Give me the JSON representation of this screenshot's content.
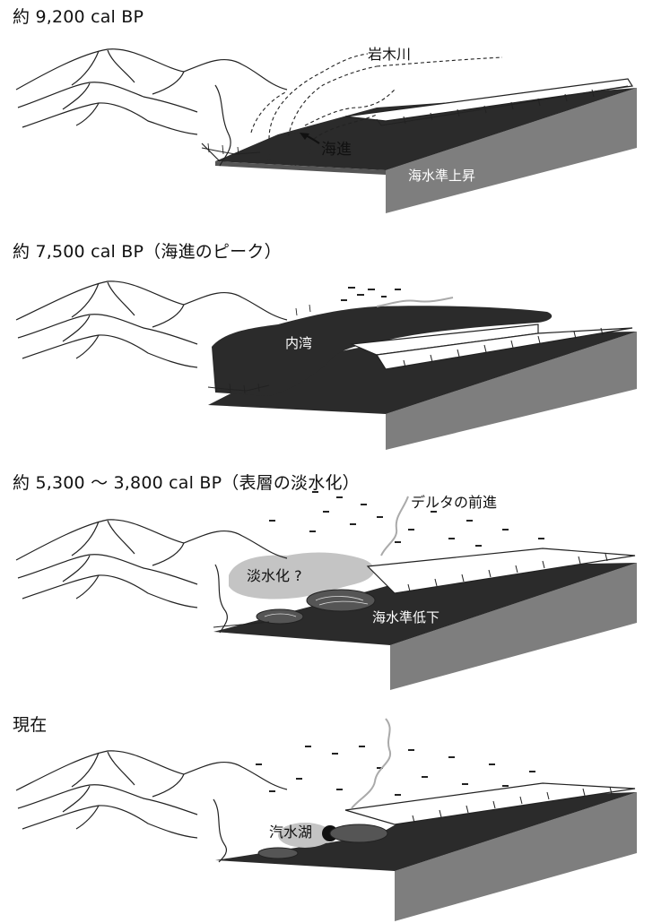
{
  "panels": [
    {
      "title": "約 9,200 cal BP",
      "labels": {
        "river": "岩木川",
        "transgression": "海進",
        "sea_level": "海水準上昇"
      }
    },
    {
      "title": "約 7,500 cal BP（海進のピーク）",
      "labels": {
        "bay": "内湾"
      }
    },
    {
      "title": "約 5,300 ～ 3,800 cal BP（表層の淡水化）",
      "labels": {
        "delta": "デルタの前進",
        "freshening": "淡水化 ?",
        "sea_level": "海水準低下"
      }
    },
    {
      "title": "現在",
      "labels": {
        "lake": "汽水湖"
      }
    }
  ],
  "colors": {
    "sea_top": "#2b2b2b",
    "sea_side": "#7e7e7e",
    "lake_gray": "#c4c4c4",
    "line": "#222222"
  }
}
